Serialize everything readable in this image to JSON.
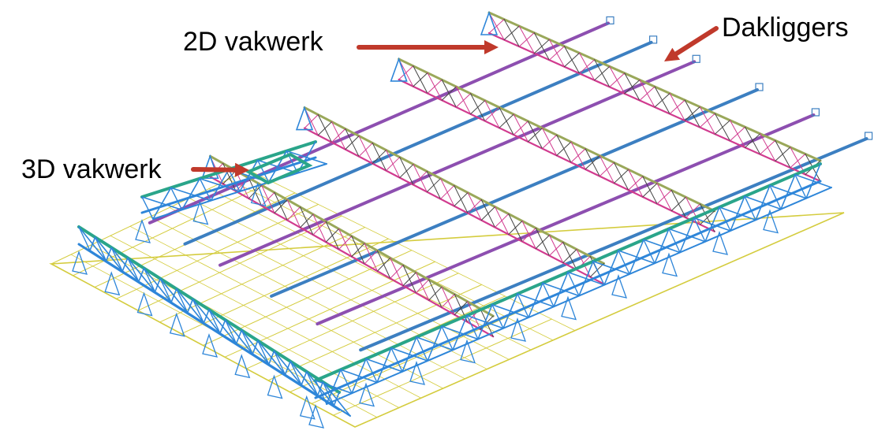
{
  "labels": {
    "truss_2d": "2D vakwerk",
    "roof_beams": "Dakliggers",
    "truss_3d": "3D vakwerk"
  },
  "colors": {
    "arrow": "#c0392b",
    "truss_2d_chord": "#9aa85a",
    "truss_2d_web": "#d13b8f",
    "roof_beam": "#8d4fb0",
    "roof_beam_alt": "#3c7fc1",
    "truss_3d": "#2e86d9",
    "truss_3d_chord": "#2aa58a",
    "ground_grid": "#d4cc3e"
  }
}
